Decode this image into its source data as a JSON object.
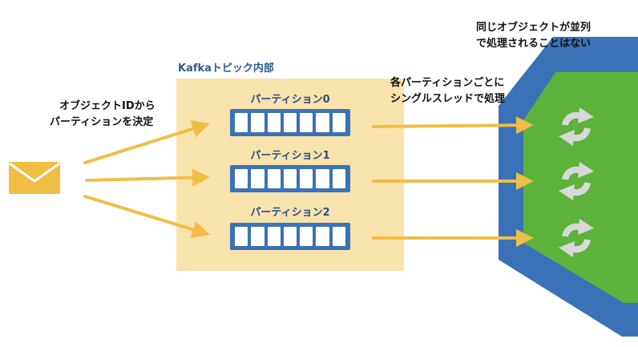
{
  "colors": {
    "envelope": "#f0bd45",
    "kafka_box": "#f9e3ac",
    "queue_blue": "#3a72b8",
    "arrow": "#f0bd45",
    "consumer_outer": "#3a72b8",
    "consumer_inner": "#5cb23a",
    "refresh_icon": "#d8d8d8"
  },
  "labels": {
    "kafka_topic": "Kafkaトピック内部",
    "partition_by_id": [
      "オブジェクトIDから",
      "パーティションを決定"
    ],
    "per_partition": [
      "各パーティションごとに",
      "シングルスレッドで処理"
    ],
    "no_parallel": [
      "同じオブジェクトが並列",
      "で処理されることはない"
    ]
  },
  "partitions": [
    {
      "name": "パーティション0",
      "slots": 7
    },
    {
      "name": "パーティション1",
      "slots": 7
    },
    {
      "name": "パーティション2",
      "slots": 7
    }
  ],
  "icons": {
    "message": "envelope-icon",
    "worker": "refresh-icon"
  }
}
